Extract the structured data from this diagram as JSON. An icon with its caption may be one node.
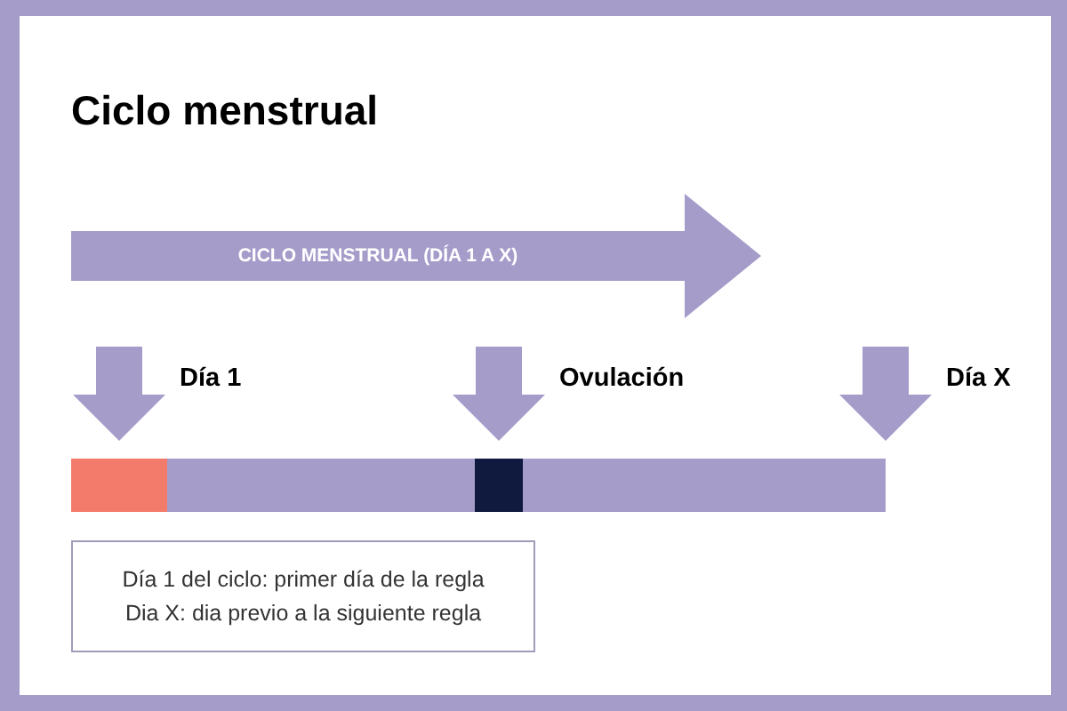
{
  "diagram": {
    "title": "Ciclo menstrual",
    "nodes": [
      {
        "text": [
          "CICLO MENSTRUAL (DÍA 1 A X)"
        ]
      },
      {
        "text": [],
        "shape": "bar"
      },
      {
        "text": [],
        "shape": "bar",
        "in": 1
      },
      {
        "text": [],
        "shape": "bar",
        "in": 1
      },
      {
        "text": [
          "Día 1 del ciclo: primer día de la regla",
          "Dia X: dia previo a la siguiente regla"
        ]
      }
    ],
    "edges": [
      {
        "from": null,
        "to": 2,
        "arrow": "to",
        "label": "Día 1"
      },
      {
        "from": null,
        "to": 3,
        "arrow": "to",
        "label": "Ovulación"
      },
      {
        "from": null,
        "to": 1,
        "arrow": "to",
        "label": "Día X"
      }
    ]
  }
}
